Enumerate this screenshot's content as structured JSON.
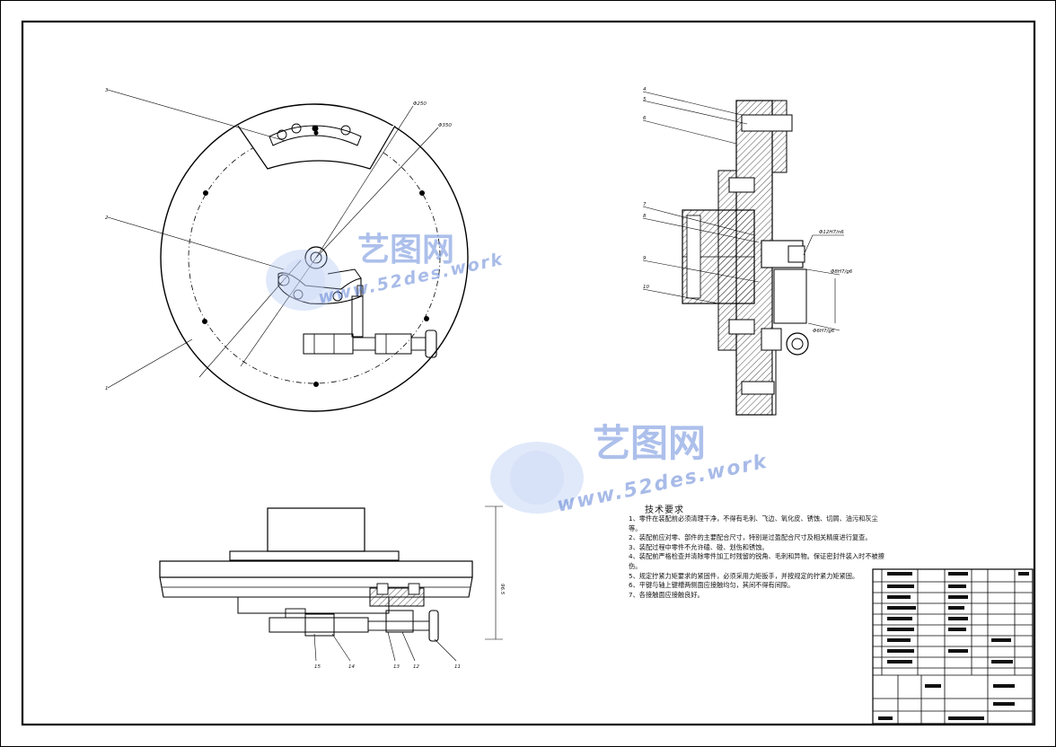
{
  "watermark": {
    "brand": "艺图网",
    "url": "www.52des.work"
  },
  "tech_requirements": {
    "title": "技术要求",
    "items": [
      "1、零件在装配前必须清理干净，不得有毛刺、飞边、氧化皮、锈蚀、切屑、油污和灰尘等。",
      "2、装配前应对零、部件的主要配合尺寸，特别是过盈配合尺寸及相关精度进行复查。",
      "3、装配过程中零件不允许磕、碰、划伤和锈蚀。",
      "4、装配前严格检查并清除零件加工时残留的锐角、毛刺和异物。保证密封件装入时不被擦伤。",
      "5、规定拧紧力矩要求的紧固件，必须采用力矩扳手，并按规定的拧紧力矩紧固。",
      "6、平键与轴上键槽两侧面应接触均匀，其间不得有间隙。",
      "7、各接触面应接触良好。"
    ]
  },
  "part_labels_front": [
    "3",
    "2",
    "1"
  ],
  "dimension_front": [
    "Φ250",
    "Φ350"
  ],
  "part_labels_side": [
    "4",
    "5",
    "6",
    "7",
    "8",
    "9",
    "10"
  ],
  "fits_side": [
    "Φ12H7/n6",
    "Φ8H7/g6",
    "Φ6H7/g6"
  ],
  "part_labels_bottom": [
    "15",
    "14",
    "13",
    "12",
    "11"
  ],
  "dimension_bottom": [
    "96.5"
  ]
}
